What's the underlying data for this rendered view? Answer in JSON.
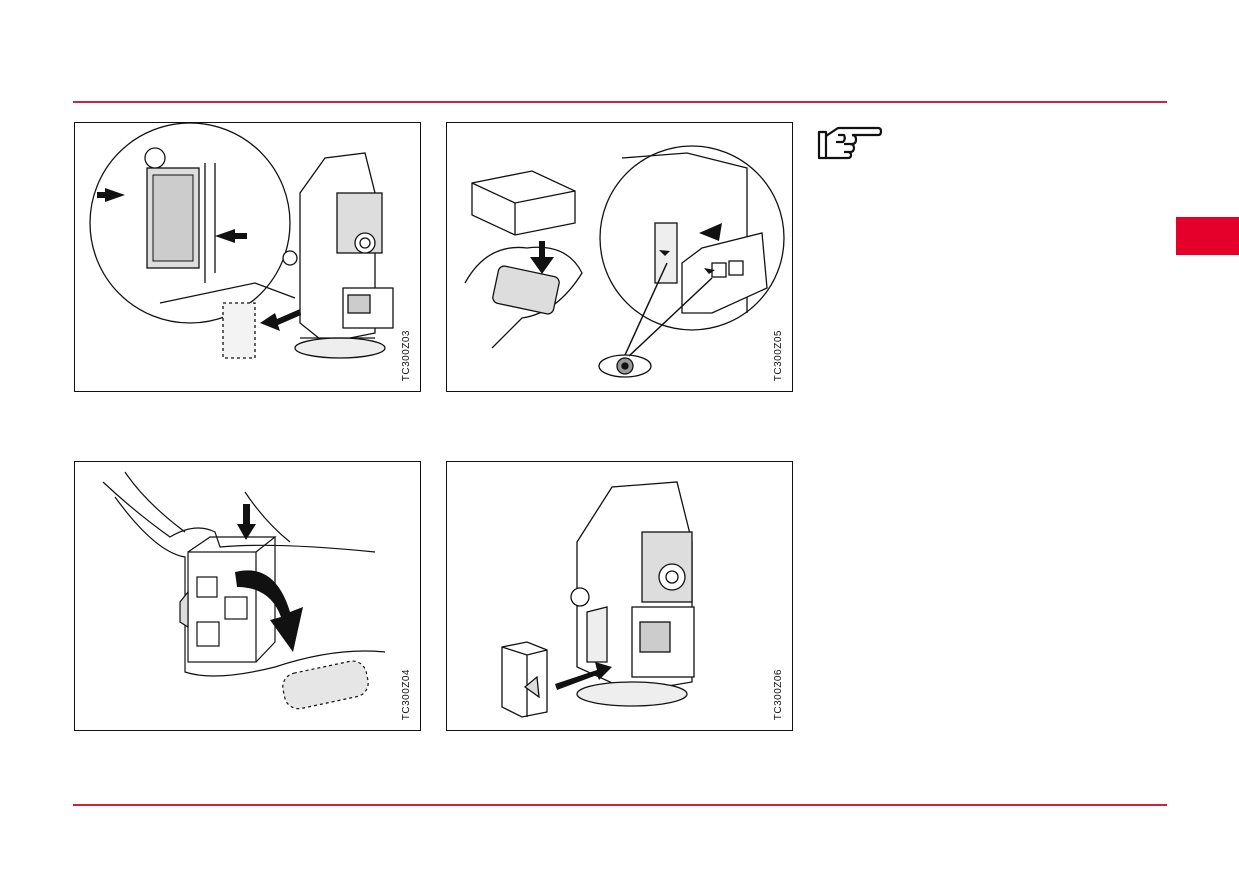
{
  "colors": {
    "accent": "#e4002b",
    "rule": "#d4213d"
  },
  "icons": {
    "note": "pointing-hand-icon"
  },
  "figures": [
    {
      "code": "TC300Z03"
    },
    {
      "code": "TC300Z05"
    },
    {
      "code": "TC300Z04"
    },
    {
      "code": "TC300Z06"
    }
  ]
}
